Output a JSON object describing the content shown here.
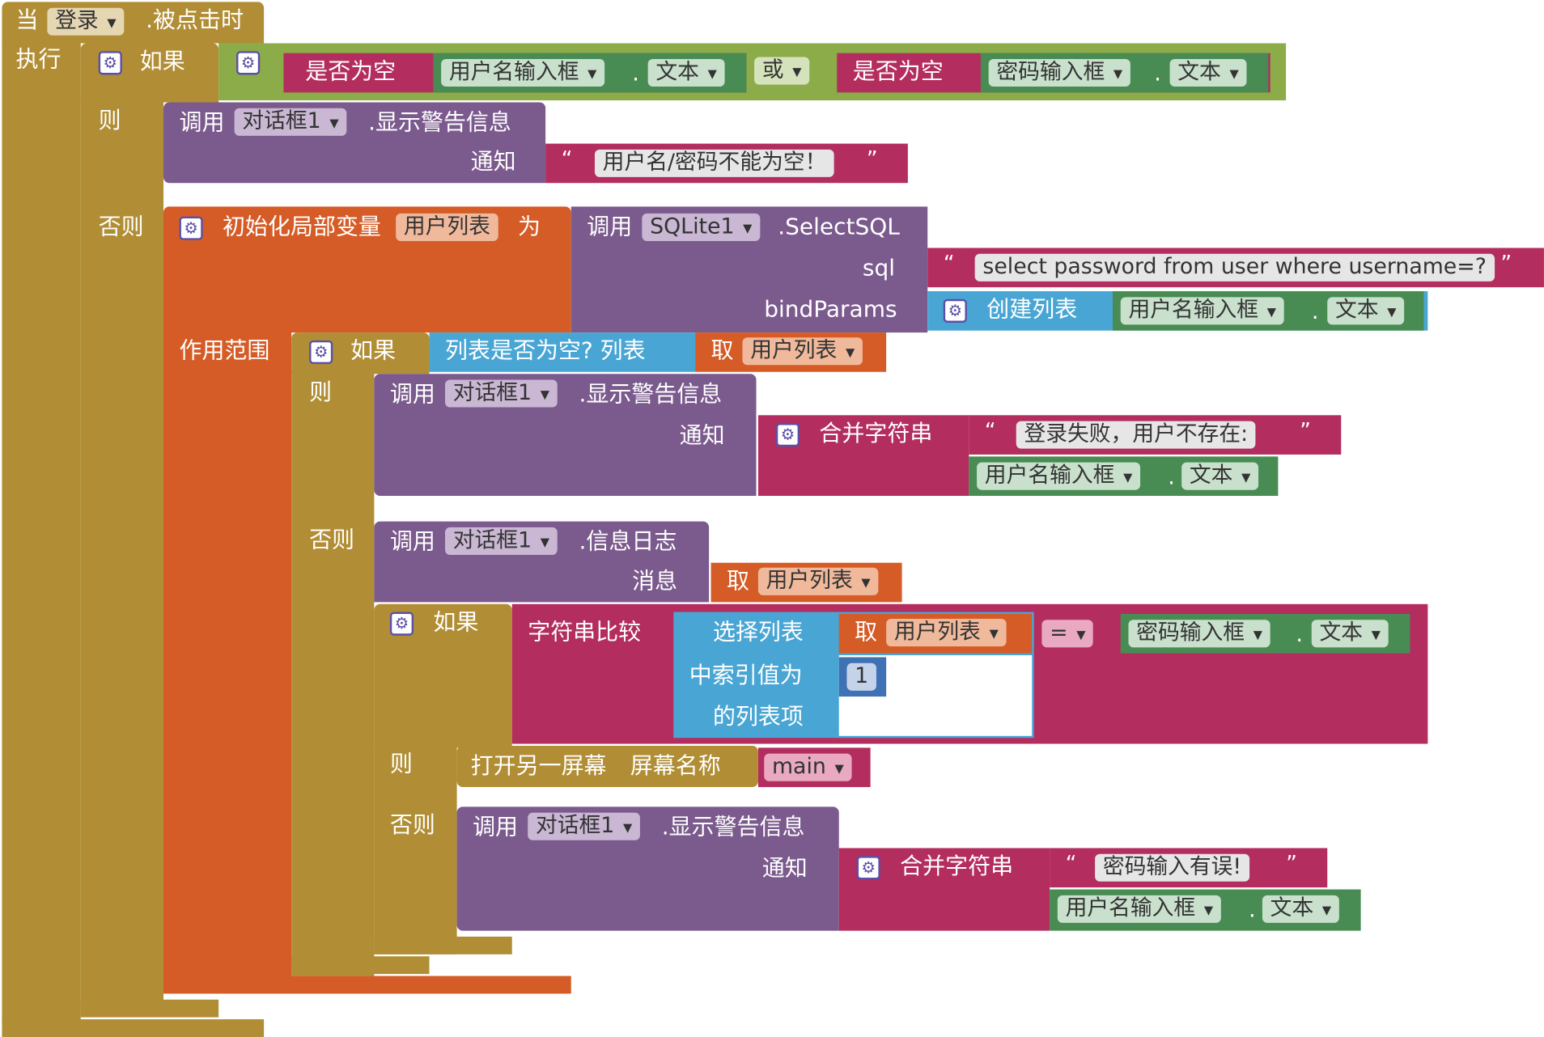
{
  "event": {
    "when": "当",
    "component": "登录",
    "event_name": ".被点击时",
    "do": "执行"
  },
  "if1": {
    "if": "如果",
    "is_empty_1": "是否为空",
    "user_input": "用户名输入框",
    "dot": ".",
    "text": "文本",
    "or": "或",
    "is_empty_2": "是否为空",
    "pwd_input": "密码输入框"
  },
  "then1": {
    "label": "则",
    "call": "调用",
    "dialog": "对话框1",
    "method": ".显示警告信息",
    "notice": "通知",
    "open_q": "“",
    "message": "用户名/密码不能为空！",
    "close_q": "”"
  },
  "else1": {
    "label": "否则",
    "init": "初始化局部变量",
    "var": "用户列表",
    "as": "为",
    "call": "调用",
    "sqlite": "SQLite1",
    "select": ".SelectSQL",
    "sql_label": "sql",
    "sql": "select password from user where username=?",
    "bind_label": "bindParams",
    "make_list": "创建列表",
    "user_input": "用户名输入框",
    "text": "文本",
    "scope": "作用范围"
  },
  "if2": {
    "if": "如果",
    "is_list_empty": "列表是否为空?  列表",
    "get": "取",
    "var": "用户列表",
    "then": "则",
    "call": "调用",
    "dialog": "对话框1",
    "method": ".显示警告信息",
    "notice": "通知",
    "join": "合并字符串",
    "msg": "登录失败，用户不存在:",
    "user_input": "用户名输入框",
    "text": "文本"
  },
  "else2": {
    "label": "否则",
    "call": "调用",
    "dialog": "对话框1",
    "method": ".信息日志",
    "message_label": "消息",
    "get": "取",
    "var": "用户列表"
  },
  "if3": {
    "if": "如果",
    "compare": "字符串比较",
    "select_list": "选择列表",
    "index_label": "中索引值为",
    "item_label": "的列表项",
    "get": "取",
    "var": "用户列表",
    "index": "1",
    "op": "=",
    "pwd_input": "密码输入框",
    "text": "文本"
  },
  "then3": {
    "label": "则",
    "open": "打开另一屏幕",
    "screen_name": "屏幕名称",
    "screen": "main"
  },
  "else3": {
    "label": "否则",
    "call": "调用",
    "dialog": "对话框1",
    "method": ".显示警告信息",
    "notice": "通知",
    "join": "合并字符串",
    "msg": "密码输入有误!",
    "user_input": "用户名输入框",
    "text": "文本"
  },
  "icons": {
    "gear": "gear-icon",
    "dropdown": "dropdown-caret-icon"
  },
  "colors": {
    "event": "#b18e35",
    "procedure": "#7b5a8d",
    "text": "#b32d5e",
    "logic": "#8bac49",
    "variable": "#d55c26",
    "list": "#49a6d4",
    "number": "#3f71b5",
    "component": "#488c54"
  }
}
